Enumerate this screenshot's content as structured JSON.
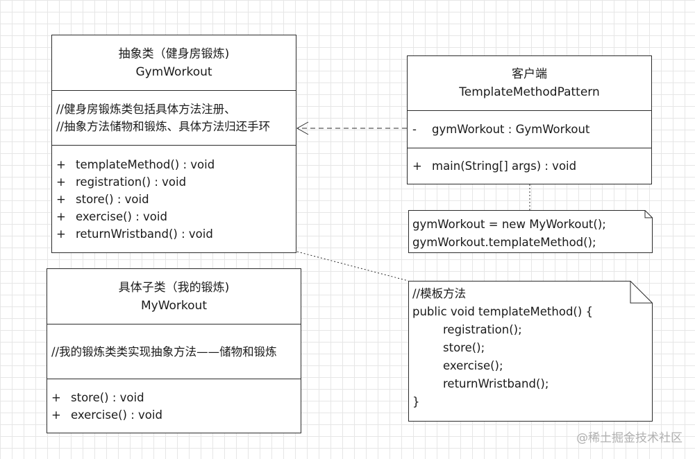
{
  "gym_workout": {
    "title_cn": "抽象类（健身房锻炼)",
    "title_en": "GymWorkout",
    "comment_lines": [
      "//健身房锻炼类包括具体方法注册、",
      "//抽象方法储物和锻炼、具体方法归还手环"
    ],
    "methods": [
      {
        "vis": "+",
        "sig": "templateMethod() : void"
      },
      {
        "vis": "+",
        "sig": "registration() : void"
      },
      {
        "vis": "+",
        "sig": "store() : void"
      },
      {
        "vis": "+",
        "sig": "exercise() : void"
      },
      {
        "vis": "+",
        "sig": "returnWristband() : void"
      }
    ]
  },
  "my_workout": {
    "title_cn": "具体子类（我的锻炼)",
    "title_en": "MyWorkout",
    "comment": "//我的锻炼类类实现抽象方法——储物和锻炼",
    "methods": [
      {
        "vis": "+",
        "sig": "store() : void"
      },
      {
        "vis": "+",
        "sig": "exercise() : void"
      }
    ]
  },
  "client": {
    "title_cn": "客户端",
    "title_en": "TemplateMethodPattern",
    "fields": [
      {
        "vis": "-",
        "sig": "gymWorkout : GymWorkout"
      }
    ],
    "methods": [
      {
        "vis": "+",
        "sig": "main(String[] args) : void"
      }
    ]
  },
  "client_note": {
    "lines": [
      "gymWorkout = new MyWorkout();",
      "gymWorkout.templateMethod();"
    ]
  },
  "template_note": {
    "lines": [
      "//模板方法",
      "public void templateMethod() {",
      "registration();",
      "store();",
      "exercise();",
      "returnWristband();",
      "}"
    ]
  },
  "watermark": "@稀土掘金技术社区"
}
